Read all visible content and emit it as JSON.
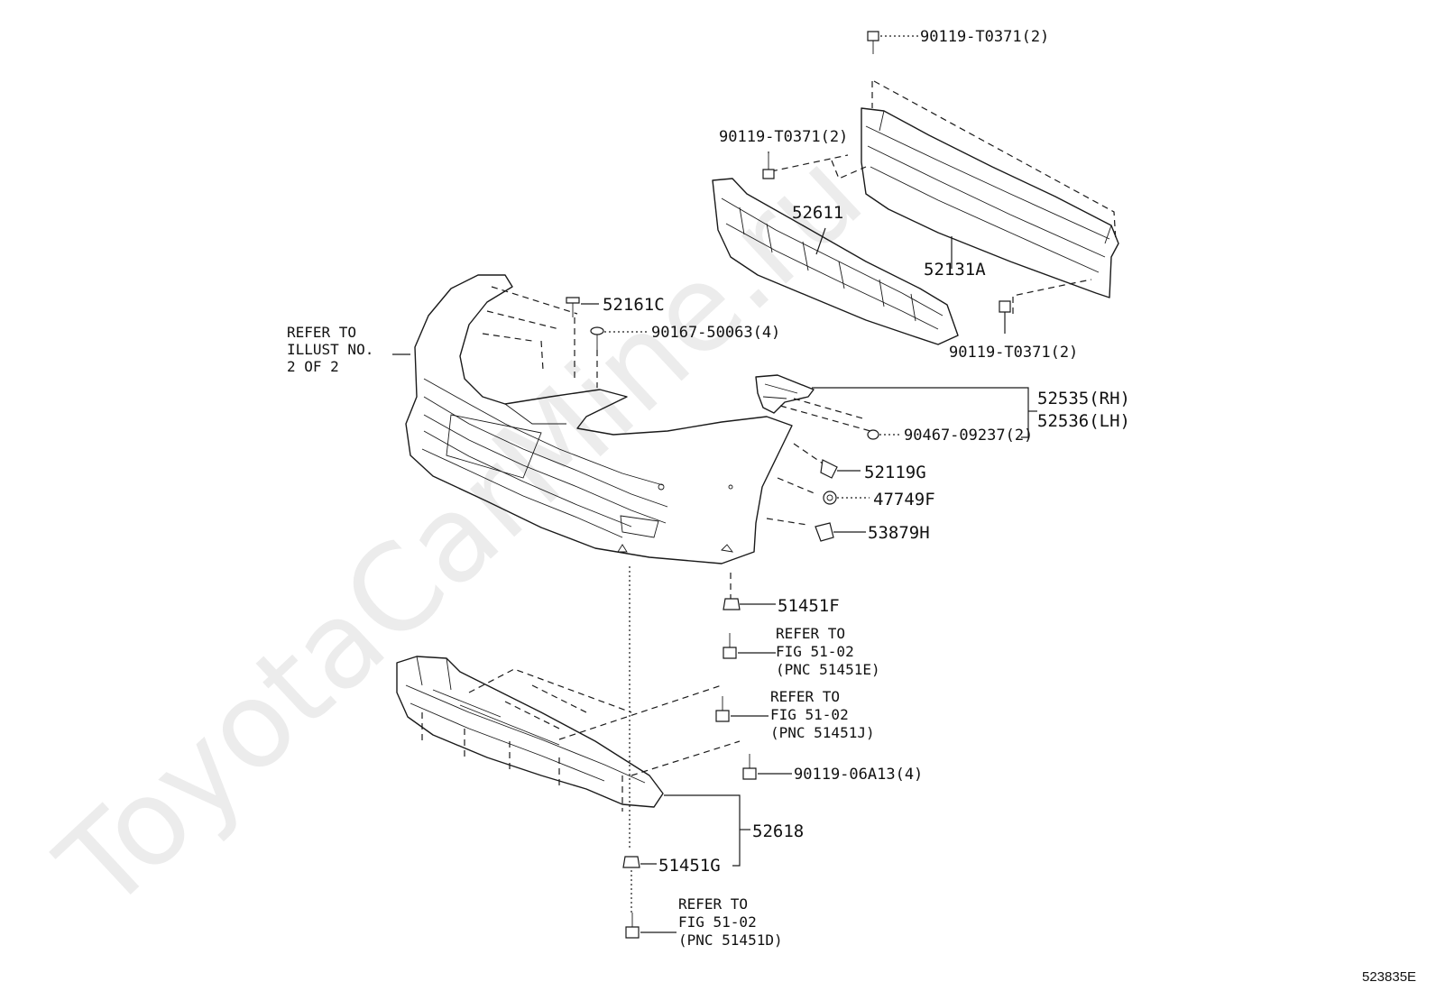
{
  "watermark": "ToyotaCarMine.ru",
  "diagram_code": "523835E",
  "parts": {
    "bolt_top": "90119-T0371(2)",
    "bolt_left": "90119-T0371(2)",
    "absorber": "52611",
    "reinforcement": "52131A",
    "bolt_right": "90119-T0371(2)",
    "clip_52161c": "52161C",
    "screw_90167": "90167-50063(4)",
    "bracket_rh": "52535(RH)",
    "bracket_lh": "52536(LH)",
    "screw_90467": "90467-09237(2)",
    "retainer_52119g": "52119G",
    "nut_47749f": "47749F",
    "clip_53879h": "53879H",
    "clip_51451f": "51451F",
    "bolt_06a13": "90119-06A13(4)",
    "cover_52618": "52618",
    "clip_51451g": "51451G"
  },
  "refs": {
    "illust": [
      "REFER TO",
      "ILLUST NO.",
      "2 OF 2"
    ],
    "ref_e": [
      "REFER TO",
      "FIG 51-02",
      "(PNC 51451E)"
    ],
    "ref_j": [
      "REFER TO",
      "FIG 51-02",
      "(PNC 51451J)"
    ],
    "ref_d": [
      "REFER TO",
      "FIG 51-02",
      "(PNC 51451D)"
    ]
  }
}
